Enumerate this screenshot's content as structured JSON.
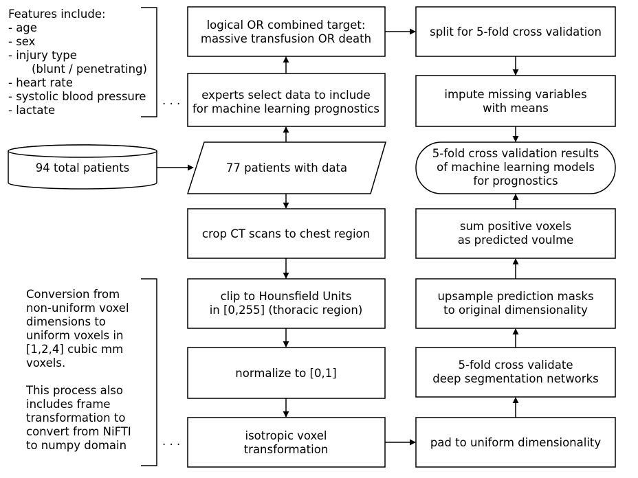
{
  "features_note": {
    "lines": [
      "Features include:",
      "- age",
      "- sex",
      "- injury type",
      "(blunt / penetrating)",
      "- heart rate",
      "- systolic blood pressure",
      "- lactate"
    ],
    "ellipsis": ". . ."
  },
  "conversion_note": {
    "lines": [
      "Conversion from",
      "non-uniform voxel",
      "dimensions to",
      "uniform voxels in",
      "[1,2,4] cubic mm",
      "voxels.",
      "",
      "This process also",
      "includes frame",
      "transformation to",
      "convert from NiFTI",
      "to numpy domain"
    ],
    "ellipsis": ". . ."
  },
  "nodes": {
    "total_patients": [
      "94 total patients"
    ],
    "patients_with_data": [
      "77 patients with data"
    ],
    "experts_select": [
      "experts select data to include",
      "for machine learning prognostics"
    ],
    "combined_target": [
      "logical OR combined target:",
      "massive transfusion OR death"
    ],
    "crop_ct": [
      "crop CT scans to chest region"
    ],
    "clip_hu": [
      "clip to Hounsfield Units",
      "in [0,255] (thoracic region)"
    ],
    "normalize": [
      "normalize to [0,1]"
    ],
    "isotropic": [
      "isotropic voxel",
      "transformation"
    ],
    "split_cv": [
      "split for 5-fold cross validation"
    ],
    "impute": [
      "impute missing variables",
      "with means"
    ],
    "cv_results": [
      "5-fold cross validation results",
      "of machine learning models",
      "for prognostics"
    ],
    "sum_voxels": [
      "sum positive voxels",
      "as predicted voulme"
    ],
    "upsample": [
      "upsample prediction masks",
      "to original dimensionality"
    ],
    "cv_deep": [
      "5-fold cross validate",
      "deep segmentation networks"
    ],
    "pad": [
      "pad to uniform dimensionality"
    ]
  }
}
